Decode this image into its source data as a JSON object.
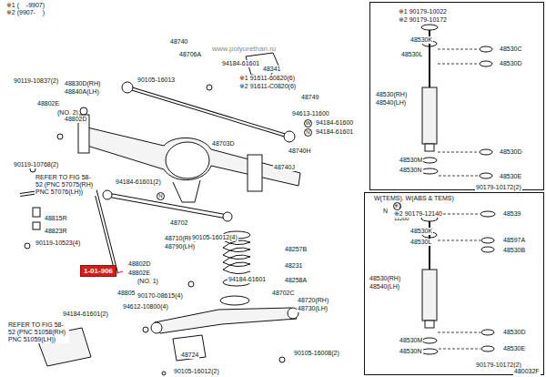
{
  "diagram": {
    "nodes": [
      {
        "text": [
          "1-01-906"
        ]
      }
    ],
    "labels": [
      "※1 (    -9907)",
      "※2 (9907-    )",
      "48740",
      "48706A",
      "94184-61601",
      "48341",
      "※1 91611-60820(6)",
      "※2 91611-C0820(6)",
      "90105-16013",
      "48749",
      "94613-11600",
      "W",
      "94184-61600",
      "N",
      "94184-61601",
      "48703D",
      "48740H",
      "48740J",
      "90119-10837(2)",
      "48830D(RH)",
      "48840A(LH)",
      "48802E",
      "(NO. 2)",
      "48802D",
      "90119-10768(2)",
      "REFER TO FIG 58-52 (PNC 57075(RH) PNC 57076(LH))",
      "94184-61601(2)",
      "N",
      "48815R",
      "48823R",
      "90119-10523(4)",
      "48702",
      "48710(RH)",
      "48790(LH)",
      "90105-16012(4)",
      "48257B",
      "48231",
      "94184-61601",
      "48258A",
      "48702C",
      "48720(RH)",
      "48730(LH)",
      "48802D",
      "48802E",
      "(NO. 1)",
      "48805",
      "90170-08615(4)",
      "94612-10800(4)",
      "94184-61601(2)",
      "REFER TO FIG 58-52 (PNC 51058(RH) PNC 51059(LH))",
      "48724",
      "90105-16012(2)",
      "90105-16008(2)",
      "www.polyurethan.ru",
      "※1 90179-10022",
      "※2 90179-10172",
      "48530K",
      "48530C",
      "48530L",
      "48530D",
      "48530(RH)",
      "48540(LH)",
      "48530D",
      "48530M",
      "48530N",
      "48530E",
      "90179-10172(2)",
      "W(TEMS). W(ABS & TEMS)",
      "N",
      "※1 94187-11200",
      "※2 90179-12140",
      "48539",
      "48530K",
      "48597A",
      "48530L",
      "48530B",
      "48530(RH)",
      "48540(LH)",
      "48530D",
      "48530M",
      "48530E",
      "48530N",
      "90179-10172(2)",
      "480032F"
    ]
  }
}
